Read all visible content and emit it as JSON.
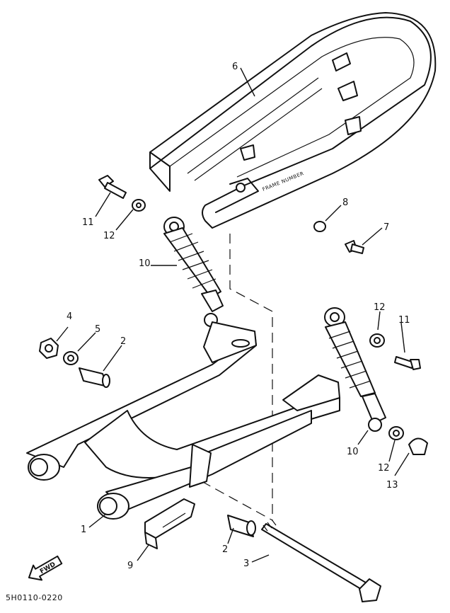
{
  "diagram": {
    "drawing_code": "5H0110-0220",
    "fwd_label": "FWD",
    "callouts": {
      "c1": "1",
      "c2a": "2",
      "c2b": "2",
      "c3": "3",
      "c4": "4",
      "c5": "5",
      "c6": "6",
      "c7": "7",
      "c8": "8",
      "c9": "9",
      "c10a": "10",
      "c10b": "10",
      "c11a": "11",
      "c11b": "11",
      "c12a": "12",
      "c12b": "12",
      "c12c": "12",
      "c13": "13"
    }
  }
}
